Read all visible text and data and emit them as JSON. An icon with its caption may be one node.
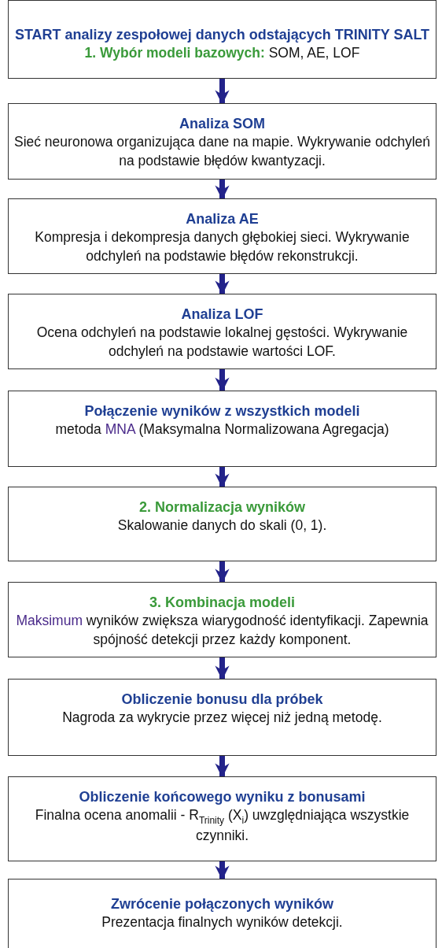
{
  "diagram": {
    "nodes": [
      {
        "text": [
          "START analizy zespołowej danych odstających TRINITY SALT",
          "**1. Wybór modeli bazowych:** SOM, AE, LOF"
        ]
      },
      {
        "text": [
          "Analiza SOM",
          "Sieć neuronowa organizująca dane na mapie. Wykrywanie odchyleń na podstawie błędów kwantyzacji."
        ]
      },
      {
        "text": [
          "Analiza AE",
          "Kompresja i dekompresja danych głębokiej sieci. Wykrywanie odchyleń na podstawie błędów rekonstrukcji."
        ]
      },
      {
        "text": [
          "Analiza LOF",
          "Ocena odchyleń na podstawie lokalnej gęstości. Wykrywanie odchyleń na podstawie wartości LOF."
        ]
      },
      {
        "text": [
          "Połączenie wyników z wszystkich modeli",
          "metoda **MNA** (Maksymalna Normalizowana Agregacja)"
        ]
      },
      {
        "text": [
          "2. Normalizacja wyników",
          "Skalowanie danych do skali (0, 1)."
        ]
      },
      {
        "text": [
          "3. Kombinacja modeli",
          "**Maksimum** wyników zwiększa wiarygodność identyfikacji. Zapewnia spójność detekcji przez każdy komponent."
        ]
      },
      {
        "text": [
          "Obliczenie bonusu dla próbek",
          "Nagroda za wykrycie przez więcej niż jedną metodę."
        ]
      },
      {
        "text": [
          "Obliczenie końcowego wyniku z bonusami",
          "Finalna ocena anomalii - R$_{Trinity}$ (X$_{i}$) uwzględniająca wszystkie czynniki."
        ]
      },
      {
        "text": [
          "Zwrócenie połączonych wyników",
          "Prezentacja finalnych wyników detekcji."
        ]
      }
    ],
    "edges": [
      {
        "from": 0,
        "to": 1,
        "arrow": "to"
      },
      {
        "from": 1,
        "to": 2,
        "arrow": "to"
      },
      {
        "from": 2,
        "to": 3,
        "arrow": "to"
      },
      {
        "from": 3,
        "to": 4,
        "arrow": "to"
      },
      {
        "from": 4,
        "to": 5,
        "arrow": "to"
      },
      {
        "from": 5,
        "to": 6,
        "arrow": "to"
      },
      {
        "from": 6,
        "to": 7,
        "arrow": "to"
      },
      {
        "from": 7,
        "to": 8,
        "arrow": "to"
      },
      {
        "from": 8,
        "to": 9,
        "arrow": "to"
      }
    ]
  }
}
